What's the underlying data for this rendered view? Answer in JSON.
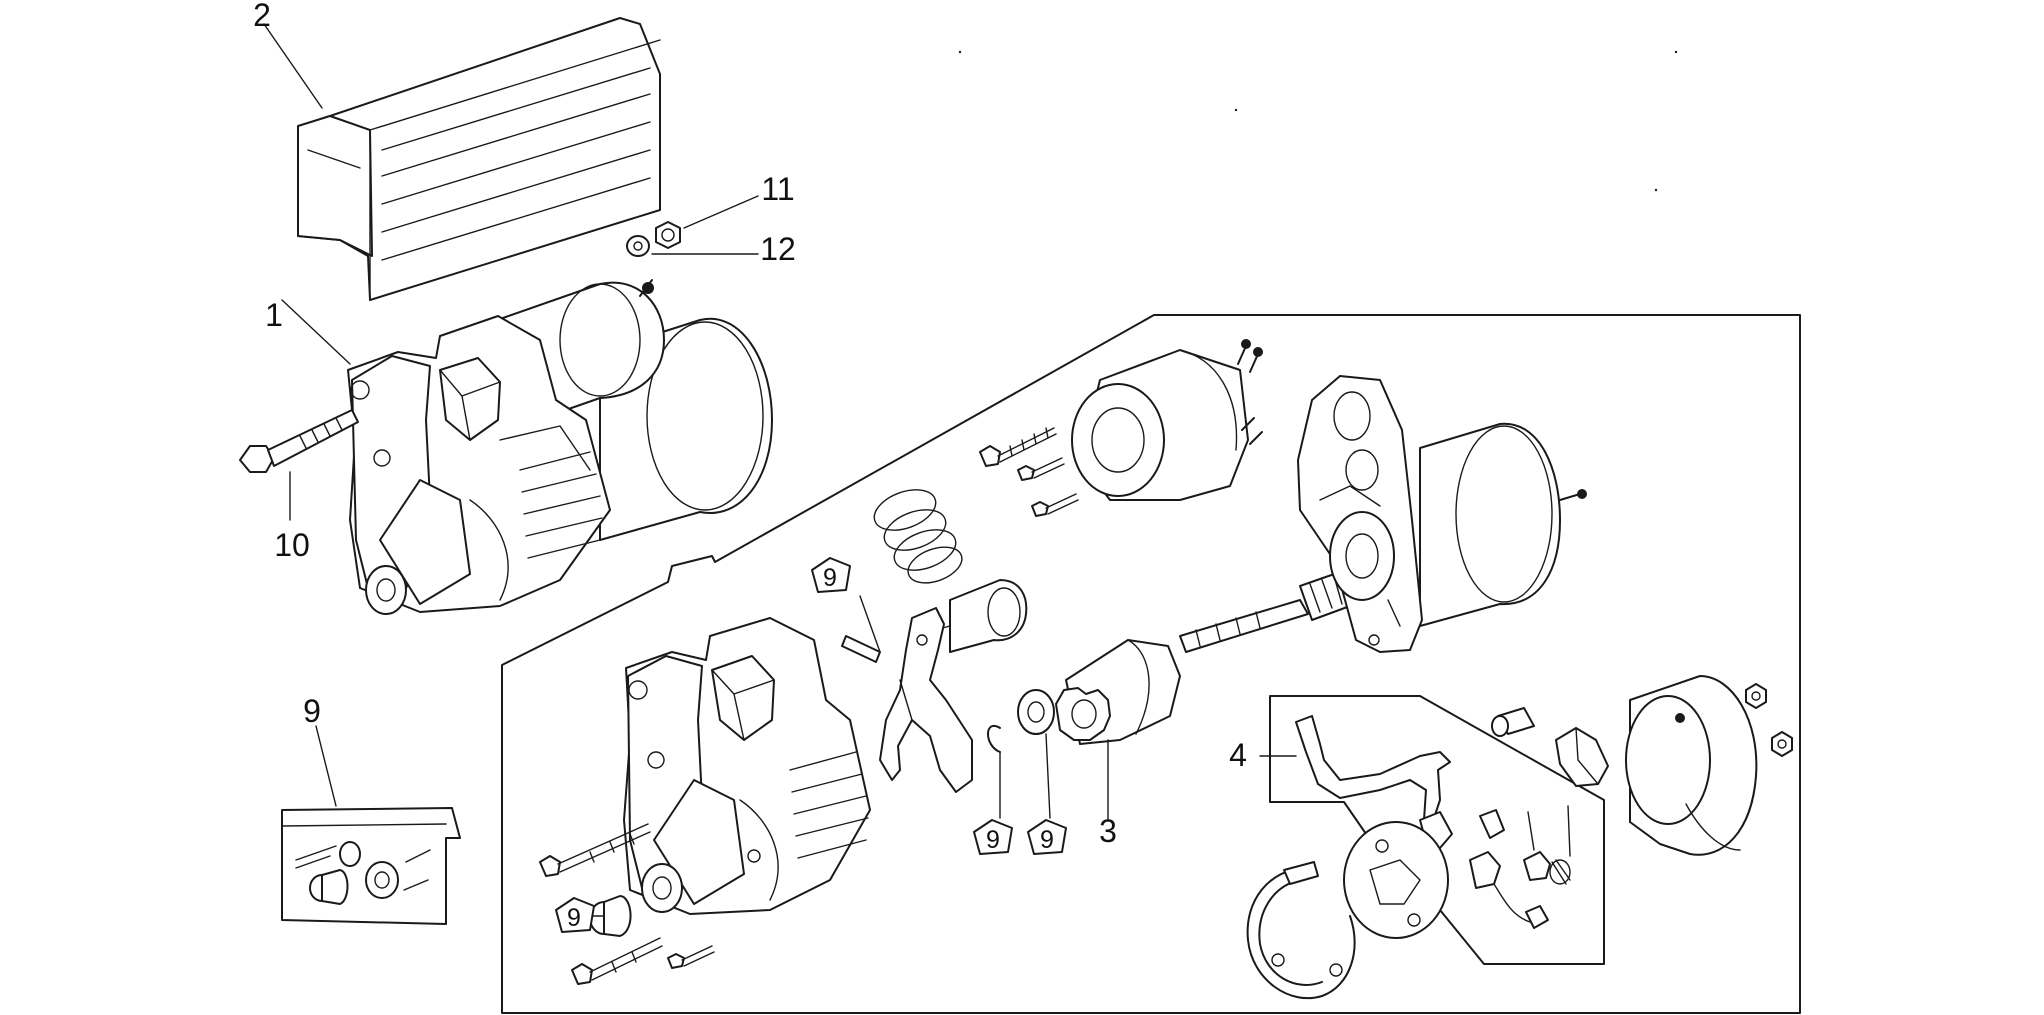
{
  "callouts": {
    "c1": "1",
    "c2": "2",
    "c3": "3",
    "c4": "4",
    "c9_kit": "9",
    "c10": "10",
    "c11": "11",
    "c12": "12",
    "b9_pin": "9",
    "b9_bush": "9",
    "b9_ring": "9",
    "b9_washer": "9"
  }
}
